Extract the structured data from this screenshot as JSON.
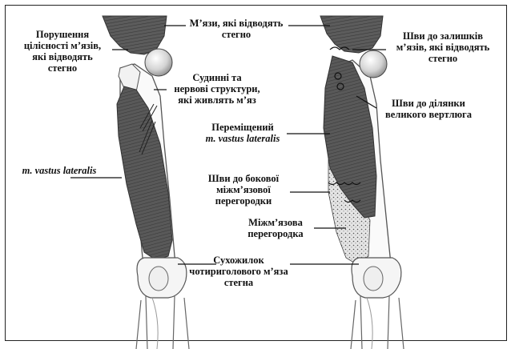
{
  "labels": {
    "abductor_disruption": [
      "Порушення",
      "цілісності м’язів,",
      "які відводять",
      "стегно"
    ],
    "abductors": [
      "М’язи, які відводять",
      "стегно"
    ],
    "vessels_nerves": [
      "Судинні та",
      "нервові структури,",
      "які живлять м’яз"
    ],
    "vastus_left": "m. vastus lateralis",
    "displaced": [
      "Переміщений",
      "m. vastus lateralis"
    ],
    "sutures_septum": [
      "Шви до бокової",
      "міжм’язової",
      "перегородки"
    ],
    "septum": [
      "Міжм’язова",
      "перегородка"
    ],
    "quadriceps_tendon": [
      "Сухожилок",
      "чотириголового м’яза",
      "стегна"
    ],
    "sutures_abductors": [
      "Шви до залишків",
      "м’язів, які відводять",
      "стегно"
    ],
    "sutures_trochanter": [
      "Шви до ділянки",
      "великого вертлюга"
    ]
  },
  "colors": {
    "muscle": "#5a5a5a",
    "bone_outline": "#555555",
    "line": "#111111"
  }
}
